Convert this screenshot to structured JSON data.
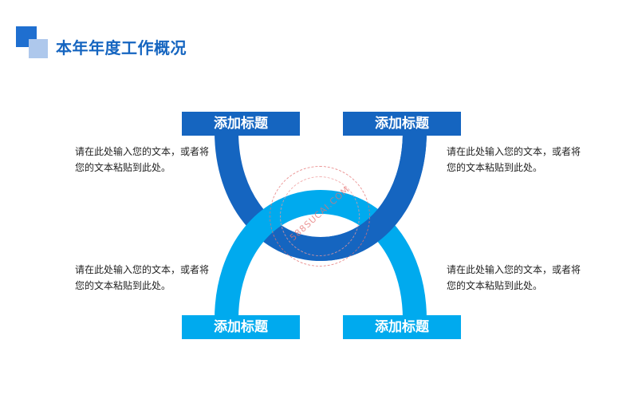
{
  "header": {
    "title": "本年年度工作概况"
  },
  "colors": {
    "dark_blue": "#1565c0",
    "light_blue": "#00aaee",
    "logo_dark": "#1f6fd0",
    "logo_light": "#aec8ec"
  },
  "labels": {
    "top_left": "添加标题",
    "top_right": "添加标题",
    "bottom_left": "添加标题",
    "bottom_right": "添加标题"
  },
  "texts": {
    "left_top": "请在此处输入您的文本，或者将您的文本粘贴到此处。",
    "right_top": "请在此处输入您的文本，或者将您的文本粘贴到此处。",
    "left_bottom": "请在此处输入您的文本，或者将您的文本粘贴到此处。",
    "right_bottom": "请在此处输入您的文本，或者将您的文本粘贴到此处。"
  },
  "watermark": {
    "text": "588SUCAI.COM"
  }
}
